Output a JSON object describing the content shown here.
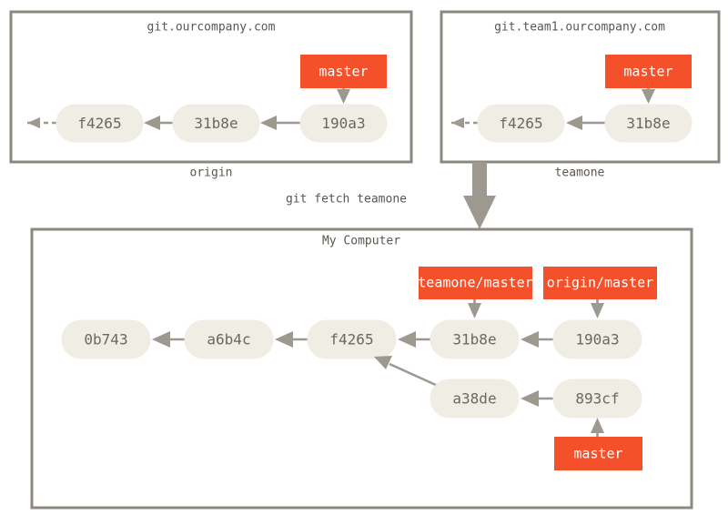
{
  "diagram": {
    "title_semantic": "git-fetch-multiple-remotes-diagram",
    "colors": {
      "ref_orange": "#f4502a",
      "commit_fill": "#f0eee4",
      "commit_text": "#6b6762",
      "edge_grey": "#9d9890",
      "panel_border": "#8c8880",
      "label_grey": "#5a5650",
      "background": "#ffffff"
    }
  },
  "panels": {
    "origin": {
      "title": "git.ourcompany.com",
      "caption": "origin",
      "commits": [
        {
          "id": "f4265"
        },
        {
          "id": "31b8e"
        },
        {
          "id": "190a3"
        }
      ],
      "refs": [
        {
          "label": "master",
          "points_to": "190a3"
        }
      ]
    },
    "teamone": {
      "title": "git.team1.ourcompany.com",
      "caption": "teamone",
      "commits": [
        {
          "id": "f4265"
        },
        {
          "id": "31b8e"
        }
      ],
      "refs": [
        {
          "label": "master",
          "points_to": "31b8e"
        }
      ]
    },
    "local": {
      "title": "My Computer",
      "caption": "",
      "commits": [
        {
          "id": "0b743"
        },
        {
          "id": "a6b4c"
        },
        {
          "id": "f4265"
        },
        {
          "id": "31b8e"
        },
        {
          "id": "190a3"
        },
        {
          "id": "a38de"
        },
        {
          "id": "893cf"
        }
      ],
      "refs": [
        {
          "label": "teamone/master",
          "points_to": "31b8e"
        },
        {
          "label": "origin/master",
          "points_to": "190a3"
        },
        {
          "label": "master",
          "points_to": "893cf"
        }
      ]
    }
  },
  "command": {
    "label": "git fetch teamone"
  }
}
